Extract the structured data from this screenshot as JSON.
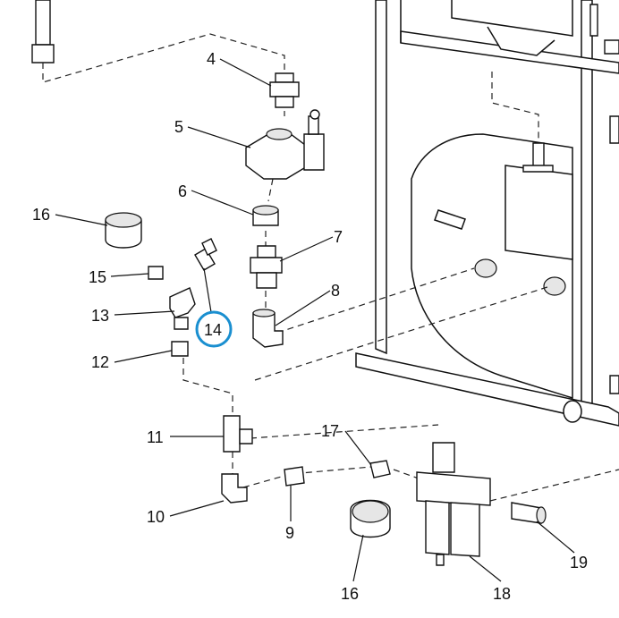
{
  "diagram": {
    "title": "Air and fluid fittings exploded parts view",
    "highlight_color": "#1a8fd0",
    "highlighted_callout": "14",
    "callouts": [
      {
        "number": "4"
      },
      {
        "number": "5"
      },
      {
        "number": "6"
      },
      {
        "number": "7"
      },
      {
        "number": "8"
      },
      {
        "number": "16"
      },
      {
        "number": "15"
      },
      {
        "number": "13"
      },
      {
        "number": "14"
      },
      {
        "number": "12"
      },
      {
        "number": "11"
      },
      {
        "number": "10"
      },
      {
        "number": "9"
      },
      {
        "number": "17"
      },
      {
        "number": "16"
      },
      {
        "number": "18"
      },
      {
        "number": "19"
      }
    ]
  }
}
